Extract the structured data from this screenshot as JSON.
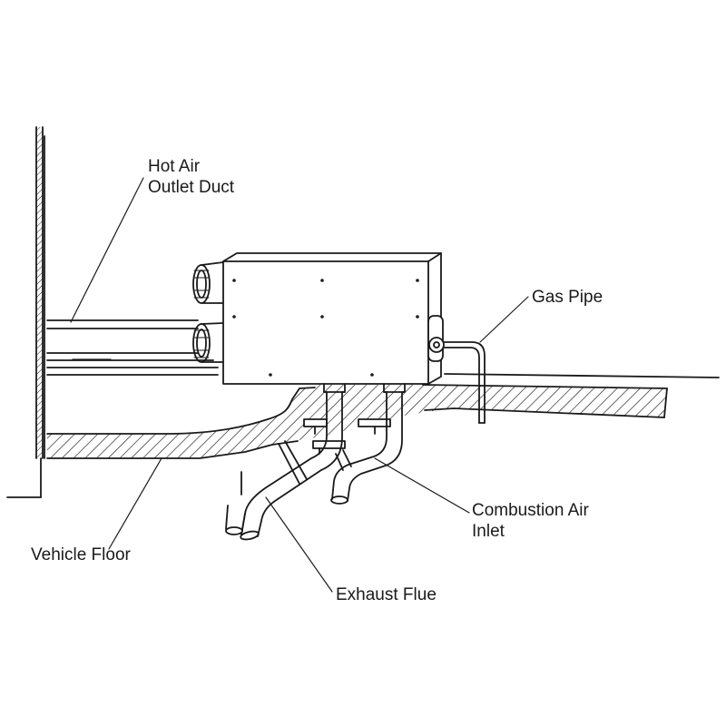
{
  "labels": {
    "hot_air": [
      "Hot Air",
      "Outlet Duct"
    ],
    "gas_pipe": "Gas Pipe",
    "combustion": [
      "Combustion Air",
      "Inlet"
    ],
    "vehicle_floor": "Vehicle Floor",
    "exhaust_flue": "Exhaust Flue"
  },
  "style": {
    "line_color": "#1a1a1a",
    "background": "#ffffff"
  }
}
